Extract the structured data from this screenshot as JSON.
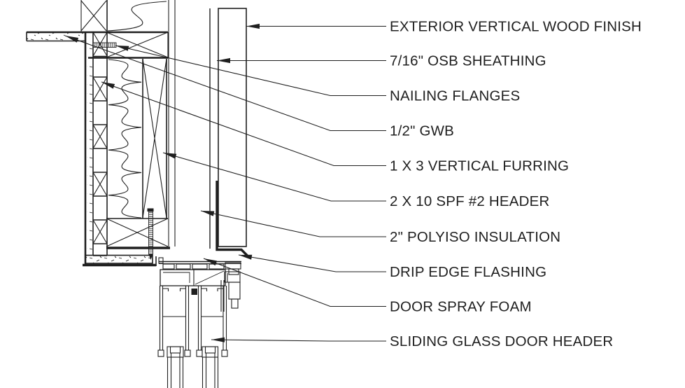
{
  "drawing_type": "construction-section-detail",
  "colors": {
    "line": "#1f1f1f",
    "background": "#ffffff"
  },
  "callouts": [
    {
      "label": "EXTERIOR VERTICAL WOOD FINISH"
    },
    {
      "label": "7/16\" OSB SHEATHING"
    },
    {
      "label": "NAILING FLANGES"
    },
    {
      "label": "1/2\" GWB"
    },
    {
      "label": "1 X 3 VERTICAL FURRING"
    },
    {
      "label": "2 X 10 SPF #2 HEADER"
    },
    {
      "label": "2\" POLYISO INSULATION"
    },
    {
      "label": "DRIP EDGE FLASHING"
    },
    {
      "label": "DOOR SPRAY FOAM"
    },
    {
      "label": "SLIDING GLASS DOOR HEADER"
    }
  ]
}
